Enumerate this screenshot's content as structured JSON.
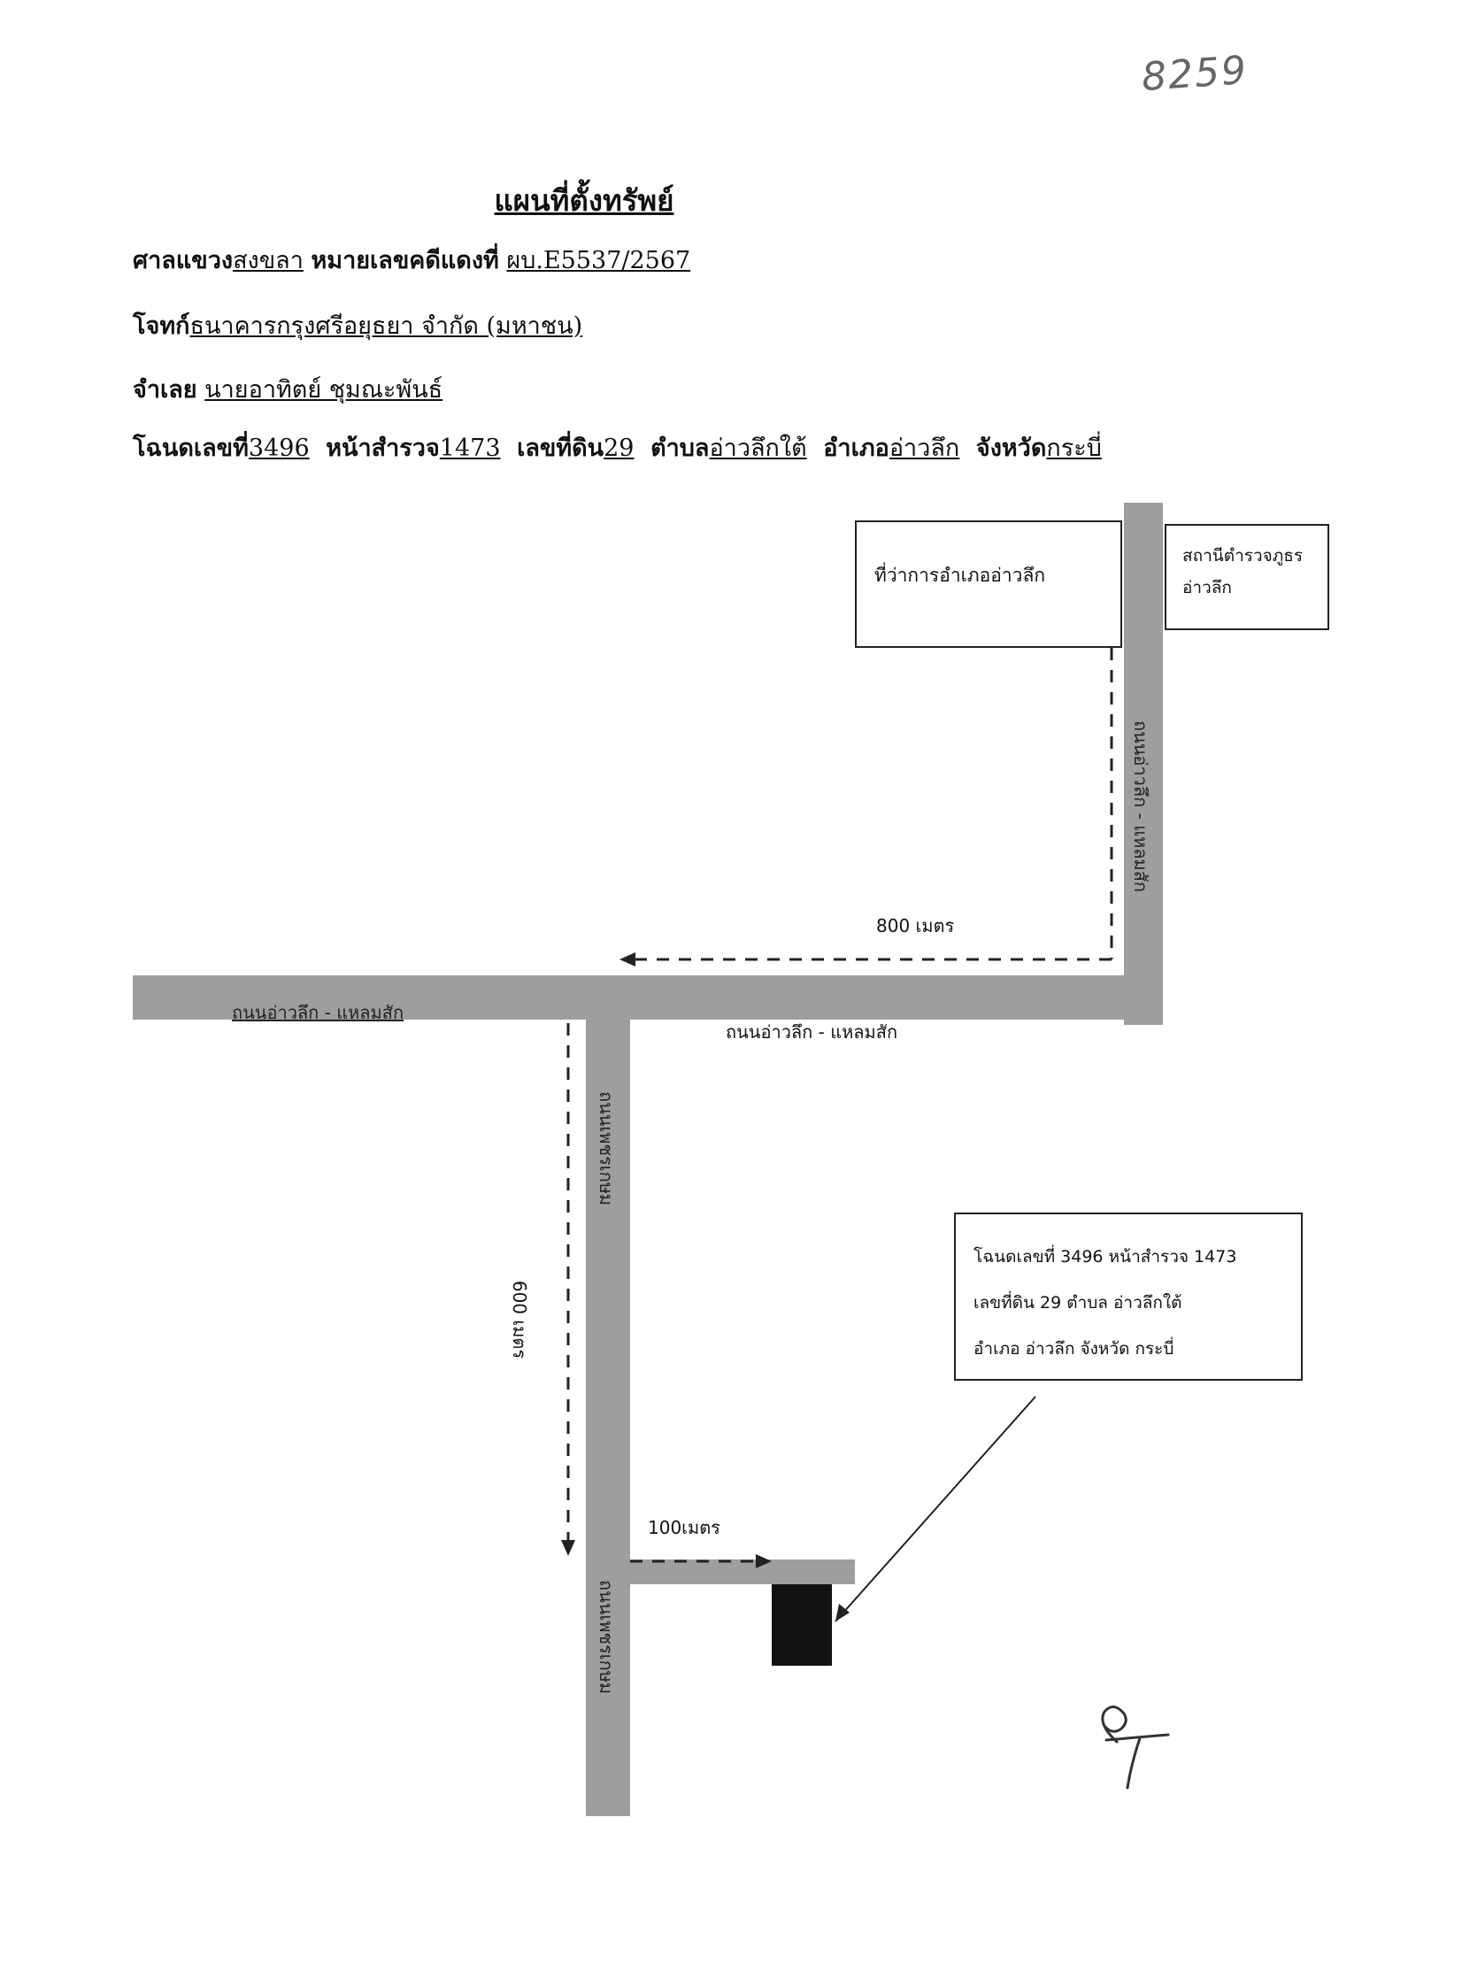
{
  "doc_number": "8259",
  "title": "แผนที่ตั้งทรัพย์",
  "court": {
    "label": "ศาลแขวง",
    "value": "สงขลา",
    "case_label": "หมายเลขคดีแดงที่",
    "case_value": "ผบ.E5537/2567"
  },
  "plaintiff": {
    "label": "โจทก์",
    "value": "ธนาคารกรุงศรีอยุธยา  จำกัด  (มหาชน)"
  },
  "defendant": {
    "label": "จำเลย",
    "value": "นายอาทิตย์  ชุมณะพันธ์"
  },
  "deed": {
    "deed_label": "โฉนดเลขที่",
    "deed_value": "3496",
    "survey_label": "หน้าสำรวจ",
    "survey_value": "1473",
    "land_label": "เลขที่ดิน",
    "land_value": "29",
    "subdistrict_label": "ตำบล",
    "subdistrict_value": "อ่าวลึกใต้",
    "district_label": "อำเภอ",
    "district_value": "อ่าวลึก",
    "province_label": "จังหวัด",
    "province_value": "กระบี่"
  },
  "map": {
    "office_box": "ที่ว่าการอำเภออ่าวลึก",
    "police_box": [
      "สถานีตำรวจภูธร",
      "อ่าวลึก"
    ],
    "road_vertical_top": "ถนนอ่าวลึก - แหลมสัก",
    "road_horizontal_left": "ถนนอ่าวลึก - แหลมสัก",
    "road_horizontal_right": "ถนนอ่าวลึก - แหลมสัก",
    "road_vertical_lower": "ถนนเพชรเกษม",
    "road_vertical_bottom": "ถนนเพชรเกษม",
    "distance_1": "800 เมตร",
    "distance_2": "600 เมตร",
    "distance_3": "100เมตร",
    "callout": [
      "โฉนดเลขที่ 3496  หน้าสำรวจ 1473",
      "เลขที่ดิน 29  ตำบล อ่าวลึกใต้",
      "อำเภอ อ่าวลึก จังหวัด กระบี่"
    ]
  },
  "colors": {
    "road": "#9e9e9e",
    "parcel": "#111111",
    "line": "#222222"
  },
  "icons": {
    "signature": "signature-mark",
    "north": "none"
  }
}
